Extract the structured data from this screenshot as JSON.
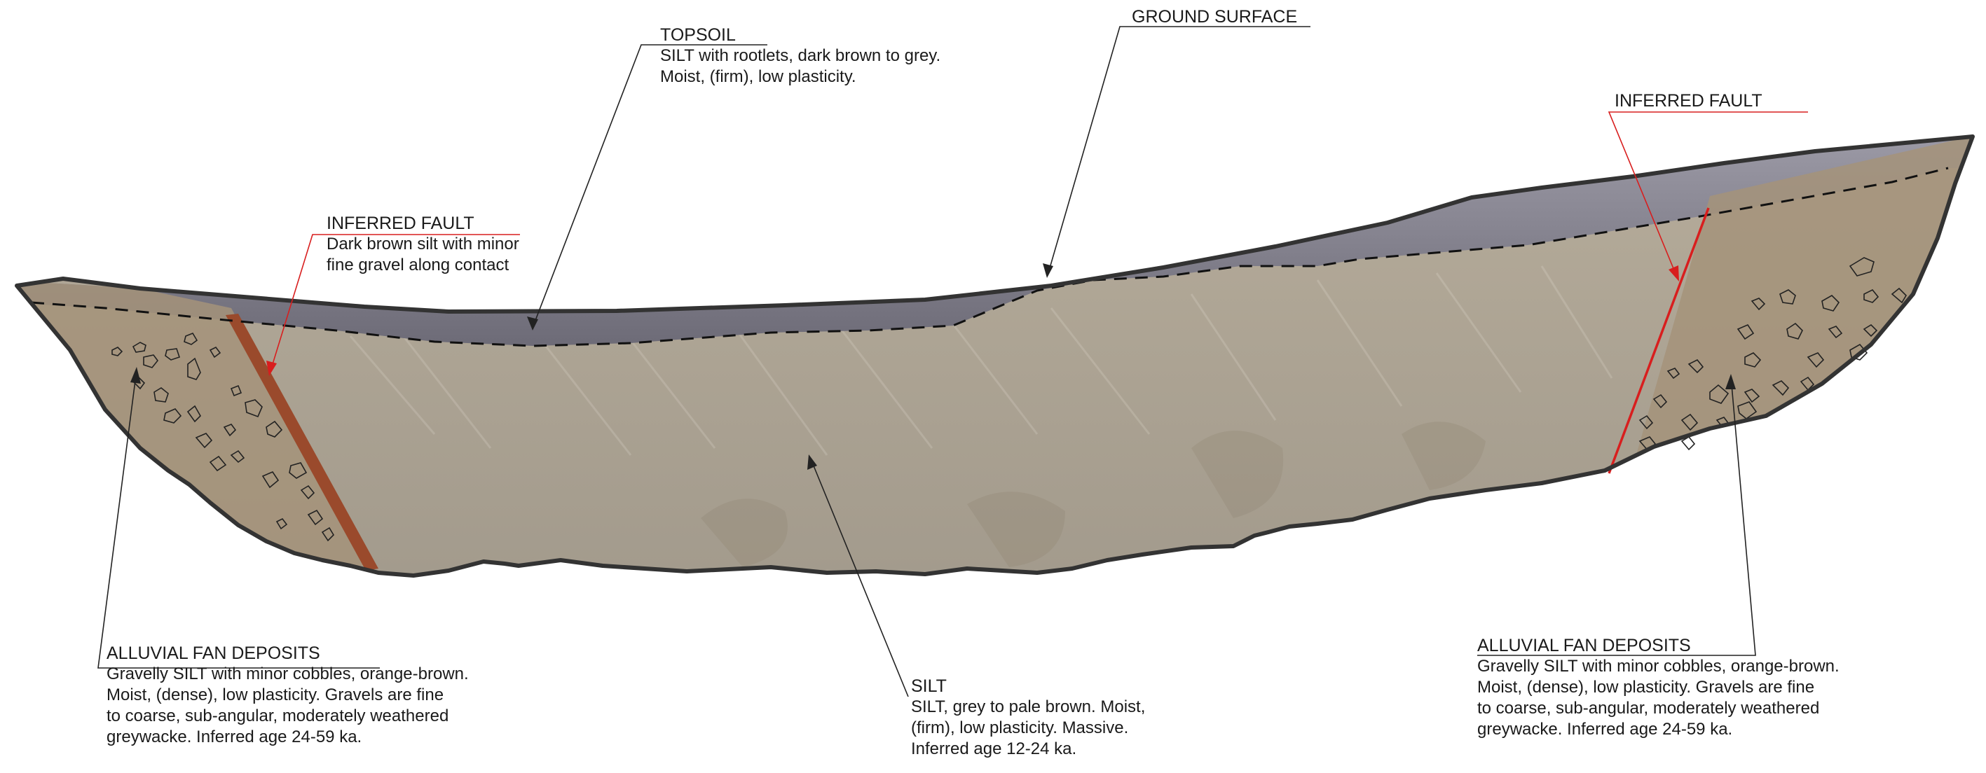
{
  "labels": {
    "topsoil": {
      "title": "TOPSOIL",
      "lines": [
        "SILT with rootlets, dark brown to grey.",
        "Moist, (firm), low plasticity."
      ]
    },
    "ground_surface": {
      "title": "GROUND SURFACE"
    },
    "fault_left": {
      "title": "INFERRED FAULT",
      "lines": [
        "Dark brown silt with minor",
        "fine gravel along contact"
      ]
    },
    "fault_right": {
      "title": "INFERRED FAULT"
    },
    "alluvial_left": {
      "title": "ALLUVIAL FAN DEPOSITS",
      "lines": [
        "Gravelly SILT with minor cobbles, orange-brown.",
        "Moist, (dense), low plasticity. Gravels are fine",
        "to coarse, sub-angular, moderately weathered",
        "greywacke. Inferred age 24-59 ka."
      ]
    },
    "silt": {
      "title": "SILT",
      "lines": [
        "SILT, grey to pale brown. Moist,",
        "(firm), low plasticity. Massive.",
        "Inferred age 12-24 ka."
      ]
    },
    "alluvial_right": {
      "title": "ALLUVIAL FAN DEPOSITS",
      "lines": [
        "Gravelly SILT with minor cobbles, orange-brown.",
        "Moist, (dense), low plasticity. Gravels are fine",
        "to coarse, sub-angular, moderately weathered",
        "greywacke. Inferred age 24-59 ka."
      ]
    }
  },
  "colors": {
    "fault_line": "#d81e1e",
    "fault_zone_fill": "#9a4a2c",
    "outline": "#333333",
    "leader": "#222222",
    "silt_fill": "#a99f8f",
    "topsoil_fill": "#7b7a86",
    "alluvial_fill": "#a4937a"
  }
}
